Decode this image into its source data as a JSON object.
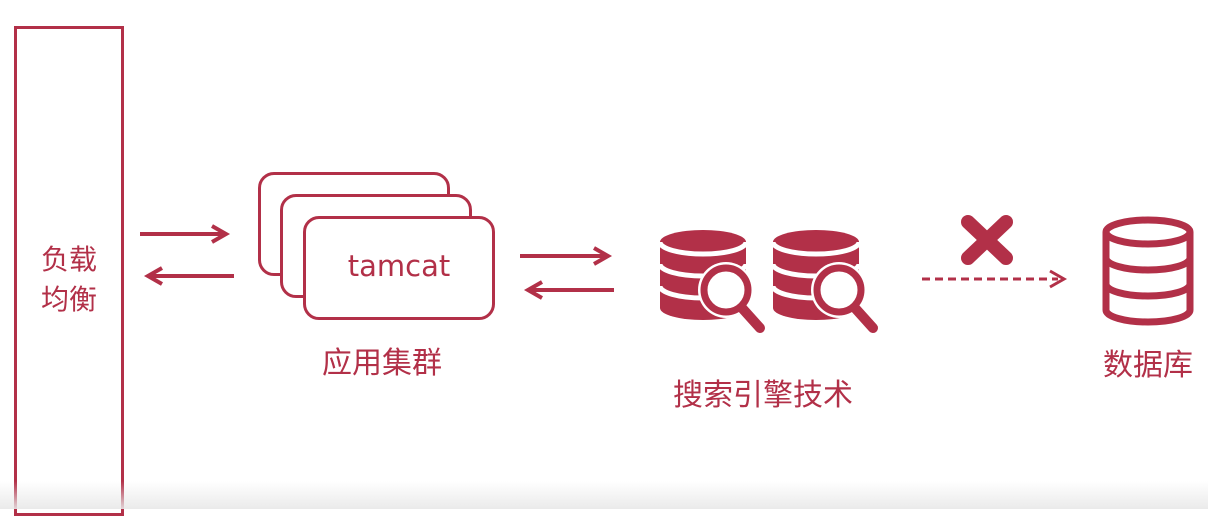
{
  "colors": {
    "accent": "#b23048",
    "background": "#ffffff"
  },
  "load_balancer": {
    "label_line1": "负载",
    "label_line2": "均衡"
  },
  "app_cluster": {
    "card_label": "tamcat",
    "caption": "应用集群"
  },
  "search_engine": {
    "caption": "搜索引擎技术",
    "icons": [
      "database-search-icon",
      "database-search-icon"
    ]
  },
  "database": {
    "caption": "数据库",
    "icon": "database-icon"
  },
  "connections": {
    "lb_to_cluster": "bidirectional-arrows",
    "cluster_to_search": "bidirectional-arrows",
    "search_to_db": "dashed-arrow-blocked"
  }
}
